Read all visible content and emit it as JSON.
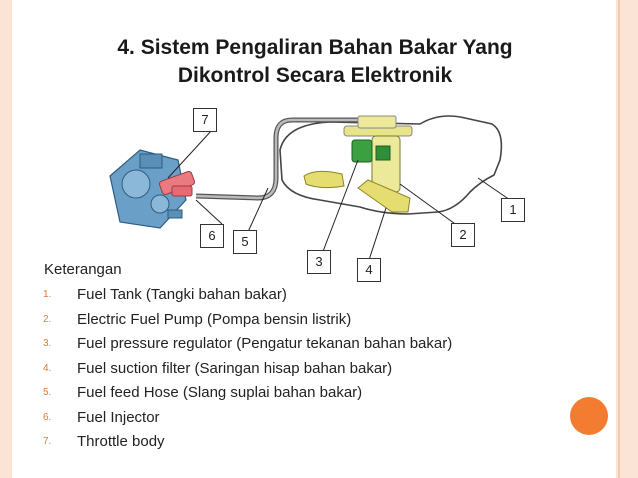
{
  "slide": {
    "title_line1": "4. Sistem Pengaliran Bahan Bakar Yang",
    "title_line2": "Dikontrol Secara Elektronik"
  },
  "diagram": {
    "callouts": [
      "1",
      "2",
      "3",
      "4",
      "5",
      "6",
      "7"
    ]
  },
  "legend": {
    "heading": "Keterangan",
    "items": [
      {
        "n": "1.",
        "text": "Fuel Tank (Tangki bahan bakar)"
      },
      {
        "n": "2.",
        "text": "Electric Fuel Pump (Pompa bensin listrik)"
      },
      {
        "n": "3.",
        "text": "Fuel pressure regulator (Pengatur tekanan bahan bakar)"
      },
      {
        "n": "4.",
        "text": "Fuel suction filter (Saringan hisap bahan bakar)"
      },
      {
        "n": "5.",
        "text": "Fuel feed Hose (Slang suplai bahan bakar)"
      },
      {
        "n": "6.",
        "text": "Fuel Injector"
      },
      {
        "n": "7.",
        "text": "Throttle body"
      }
    ]
  },
  "colors": {
    "accent": "#f47c30",
    "border": "#fbe4d5"
  }
}
